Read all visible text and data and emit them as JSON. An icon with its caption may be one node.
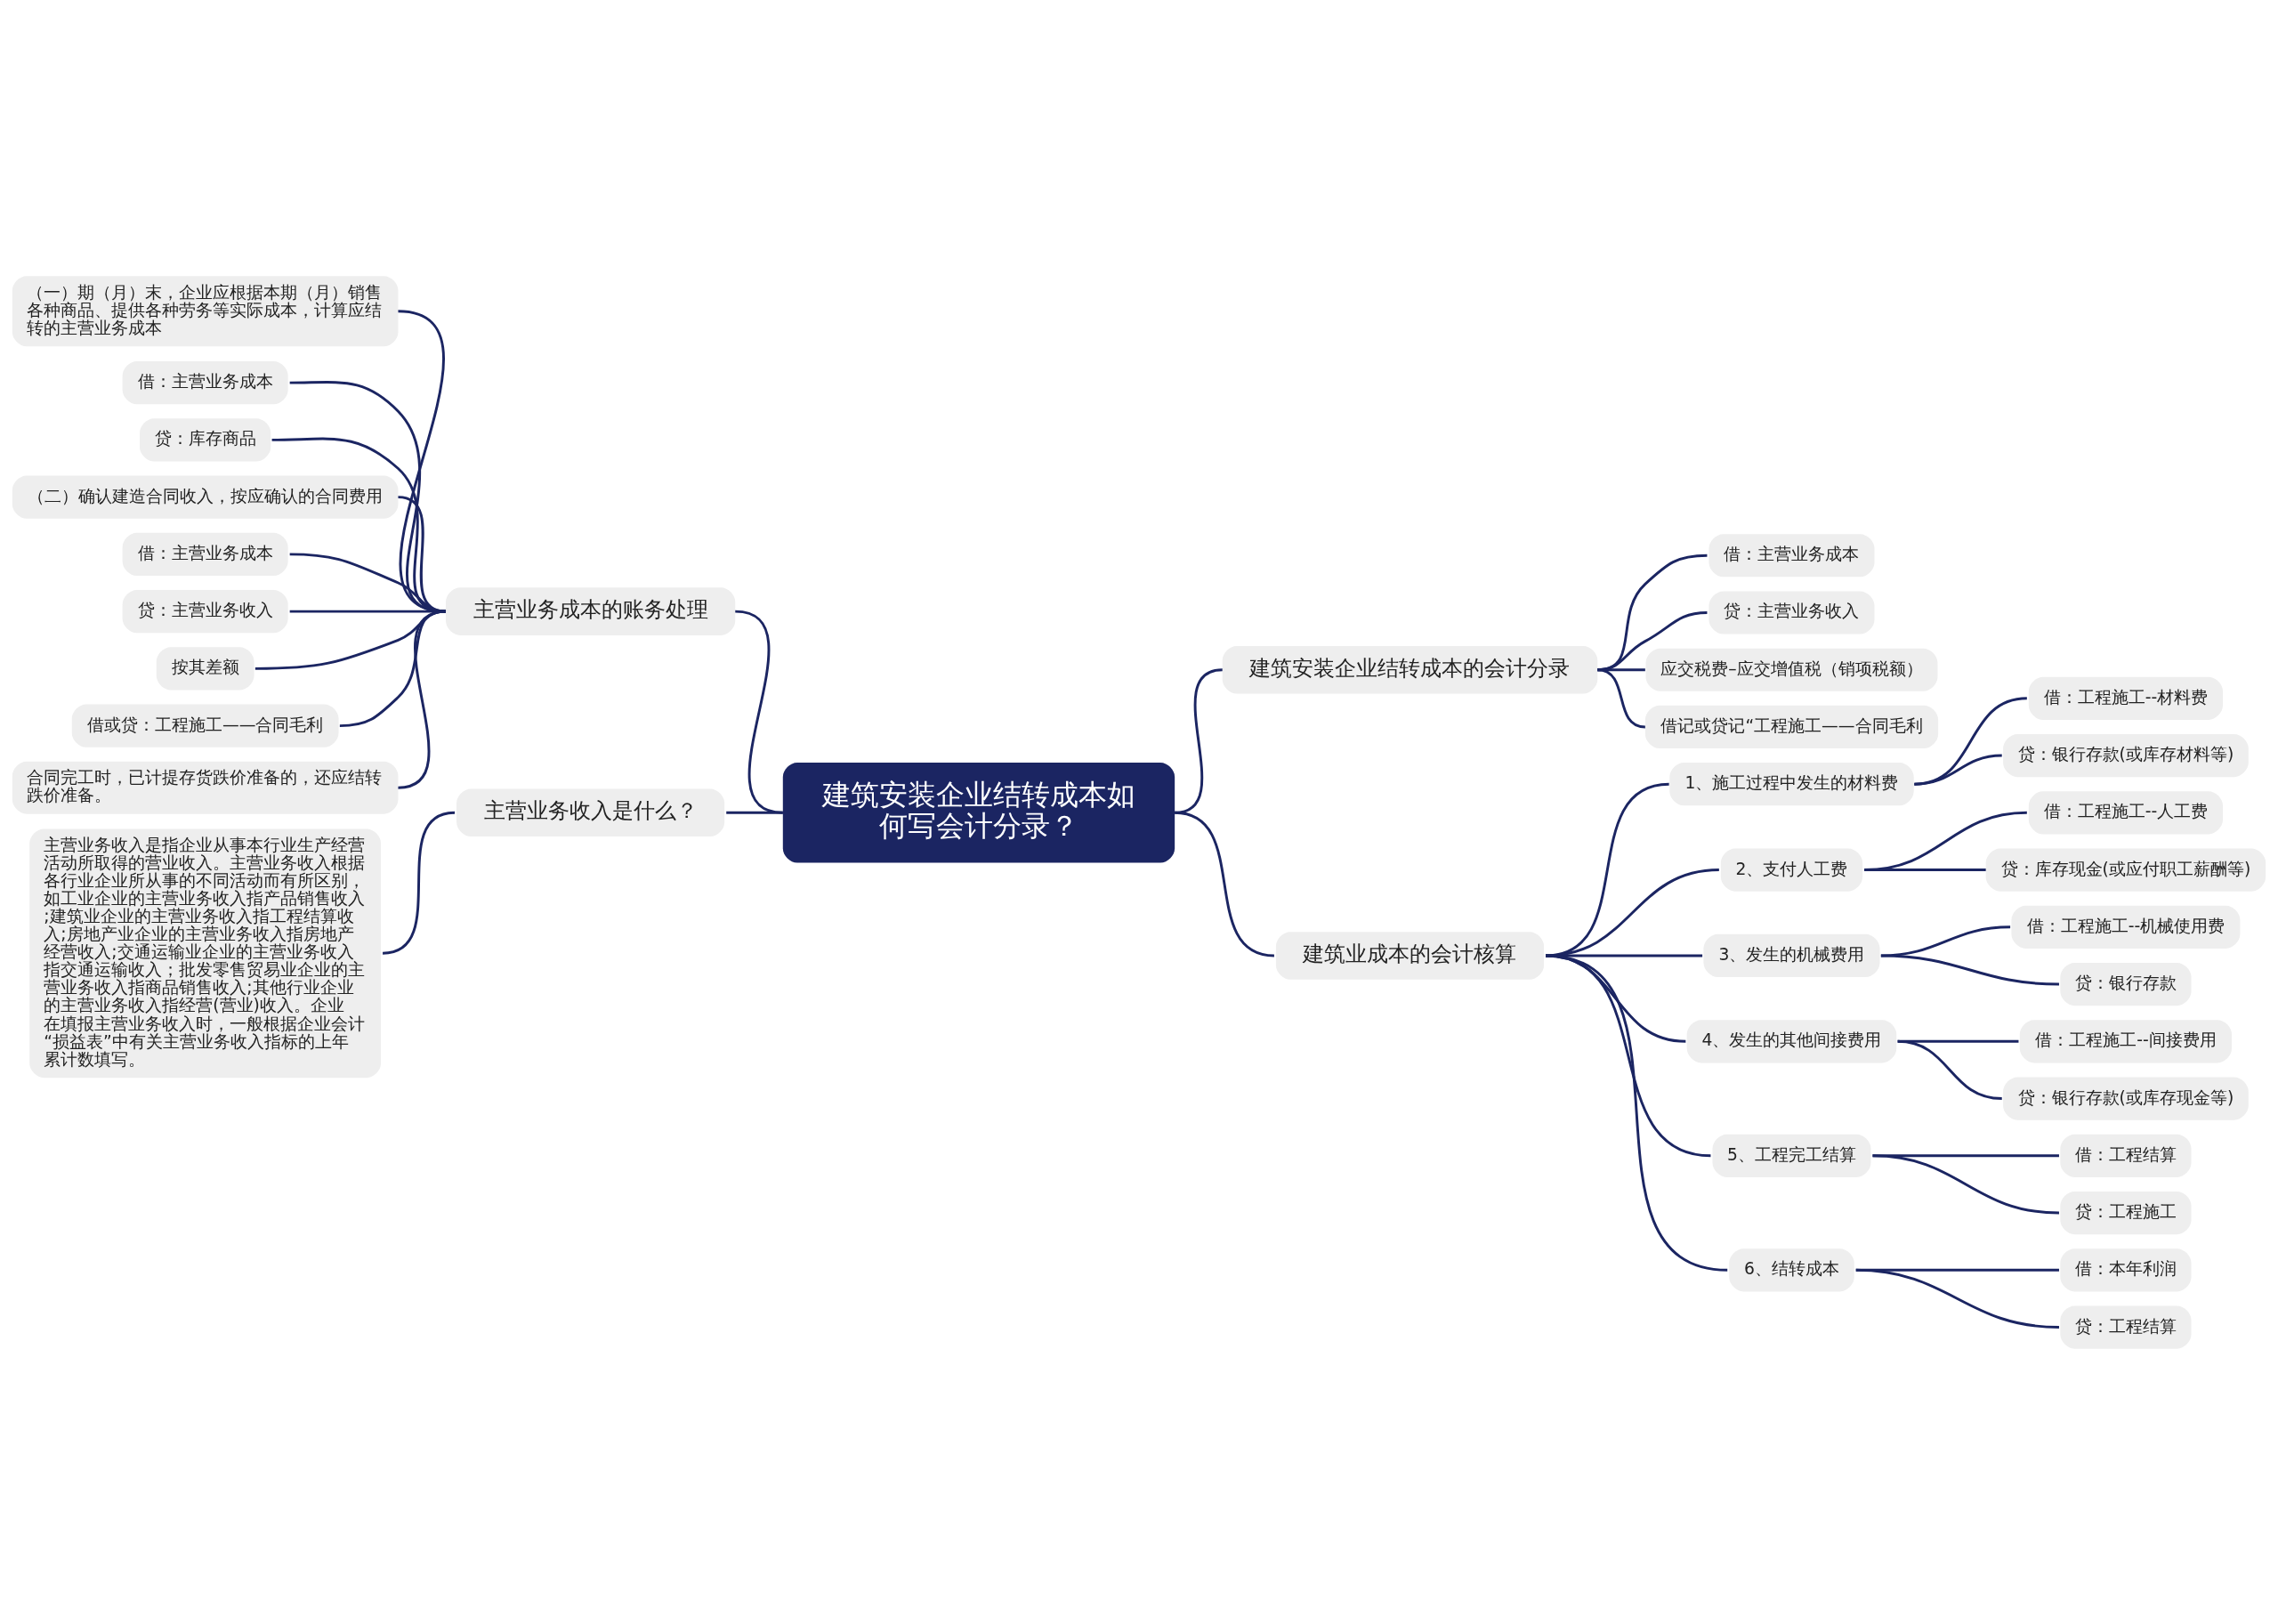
{
  "diagram": {
    "nodes": [
      {
        "text": [
          "建筑安装企业结转成本如何写会计分录？"
        ]
      },
      {
        "text": [
          "建筑安装企业结转成本的会计分录"
        ]
      },
      {
        "text": [
          "借：主营业务成本"
        ]
      },
      {
        "text": [
          "贷：主营业务收入"
        ]
      },
      {
        "text": [
          "应交税费–应交增值税（销项税额）"
        ]
      },
      {
        "text": [
          "借记或贷记“工程施工——合同毛利"
        ]
      },
      {
        "text": [
          "建筑业成本的会计核算"
        ]
      },
      {
        "text": [
          "1、施工过程中发生的材料费"
        ]
      },
      {
        "text": [
          "借：工程施工--材料费"
        ]
      },
      {
        "text": [
          "贷：银行存款(或库存材料等)"
        ]
      },
      {
        "text": [
          "2、支付人工费"
        ]
      },
      {
        "text": [
          "借：工程施工--人工费"
        ]
      },
      {
        "text": [
          "贷：库存现金(或应付职工薪酬等)"
        ]
      },
      {
        "text": [
          "3、发生的机械费用"
        ]
      },
      {
        "text": [
          "借：工程施工--机械使用费"
        ]
      },
      {
        "text": [
          "贷：银行存款"
        ]
      },
      {
        "text": [
          "4、发生的其他间接费用"
        ]
      },
      {
        "text": [
          "借：工程施工--间接费用"
        ]
      },
      {
        "text": [
          "贷：银行存款(或库存现金等)"
        ]
      },
      {
        "text": [
          "5、工程完工结算"
        ]
      },
      {
        "text": [
          "借：工程结算"
        ]
      },
      {
        "text": [
          "贷：工程施工"
        ]
      },
      {
        "text": [
          "6、结转成本"
        ]
      },
      {
        "text": [
          "借：本年利润"
        ]
      },
      {
        "text": [
          "贷：工程结算"
        ]
      },
      {
        "text": [
          "主营业务成本的账务处理"
        ]
      },
      {
        "text": [
          "（一）期（月）末，企业应根据本期（月）销售各种商品、提供各种劳务等实际成本，计算应结转的主营业务成本"
        ]
      },
      {
        "text": [
          "借：主营业务成本"
        ]
      },
      {
        "text": [
          "贷：库存商品"
        ]
      },
      {
        "text": [
          "（二）确认建造合同收入，按应确认的合同费用"
        ]
      },
      {
        "text": [
          "借：主营业务成本"
        ]
      },
      {
        "text": [
          "贷：主营业务收入"
        ]
      },
      {
        "text": [
          "按其差额"
        ]
      },
      {
        "text": [
          "借或贷：工程施工——合同毛利"
        ]
      },
      {
        "text": [
          "合同完工时，已计提存货跌价准备的，还应结转跌价准备。"
        ]
      },
      {
        "text": [
          "主营业务收入是什么？"
        ]
      },
      {
        "text": [
          "主营业务收入是指企业从事本行业生产经营活动所取得的营业收入。主营业务收入根据各行业企业所从事的不同活动而有所区别，如工业企业的主营业务收入指产品销售收入;建筑业企业的主营业务收入指工程结算收入;房地产业企业的主营业务收入指房地产经营收入;交通运输业企业的主营业务收入指交通运输收入；批发零售贸易业企业的主营业务收入指商品销售收入;其他行业企业的主营业务收入指经营(营业)收入。企业在填报主营业务收入时，一般根据企业会计“损益表”中有关主营业务收入指标的上年累计数填写。"
        ]
      }
    ],
    "edges": [
      {
        "from": 0,
        "to": 1,
        "arrow": "none"
      },
      {
        "from": 1,
        "to": 2,
        "arrow": "none"
      },
      {
        "from": 1,
        "to": 3,
        "arrow": "none"
      },
      {
        "from": 1,
        "to": 4,
        "arrow": "none"
      },
      {
        "from": 1,
        "to": 5,
        "arrow": "none"
      },
      {
        "from": 0,
        "to": 6,
        "arrow": "none"
      },
      {
        "from": 6,
        "to": 7,
        "arrow": "none"
      },
      {
        "from": 7,
        "to": 8,
        "arrow": "none"
      },
      {
        "from": 7,
        "to": 9,
        "arrow": "none"
      },
      {
        "from": 6,
        "to": 10,
        "arrow": "none"
      },
      {
        "from": 10,
        "to": 11,
        "arrow": "none"
      },
      {
        "from": 10,
        "to": 12,
        "arrow": "none"
      },
      {
        "from": 6,
        "to": 13,
        "arrow": "none"
      },
      {
        "from": 13,
        "to": 14,
        "arrow": "none"
      },
      {
        "from": 13,
        "to": 15,
        "arrow": "none"
      },
      {
        "from": 6,
        "to": 16,
        "arrow": "none"
      },
      {
        "from": 16,
        "to": 17,
        "arrow": "none"
      },
      {
        "from": 16,
        "to": 18,
        "arrow": "none"
      },
      {
        "from": 6,
        "to": 19,
        "arrow": "none"
      },
      {
        "from": 19,
        "to": 20,
        "arrow": "none"
      },
      {
        "from": 19,
        "to": 21,
        "arrow": "none"
      },
      {
        "from": 6,
        "to": 22,
        "arrow": "none"
      },
      {
        "from": 22,
        "to": 23,
        "arrow": "none"
      },
      {
        "from": 22,
        "to": 24,
        "arrow": "none"
      },
      {
        "from": 0,
        "to": 25,
        "arrow": "none"
      },
      {
        "from": 25,
        "to": 26,
        "arrow": "none"
      },
      {
        "from": 25,
        "to": 27,
        "arrow": "none"
      },
      {
        "from": 25,
        "to": 28,
        "arrow": "none"
      },
      {
        "from": 25,
        "to": 29,
        "arrow": "none"
      },
      {
        "from": 25,
        "to": 30,
        "arrow": "none"
      },
      {
        "from": 25,
        "to": 31,
        "arrow": "none"
      },
      {
        "from": 25,
        "to": 32,
        "arrow": "none"
      },
      {
        "from": 25,
        "to": 33,
        "arrow": "none"
      },
      {
        "from": 25,
        "to": 34,
        "arrow": "none"
      },
      {
        "from": 0,
        "to": 35,
        "arrow": "none"
      },
      {
        "from": 35,
        "to": 36,
        "arrow": "none"
      }
    ]
  }
}
